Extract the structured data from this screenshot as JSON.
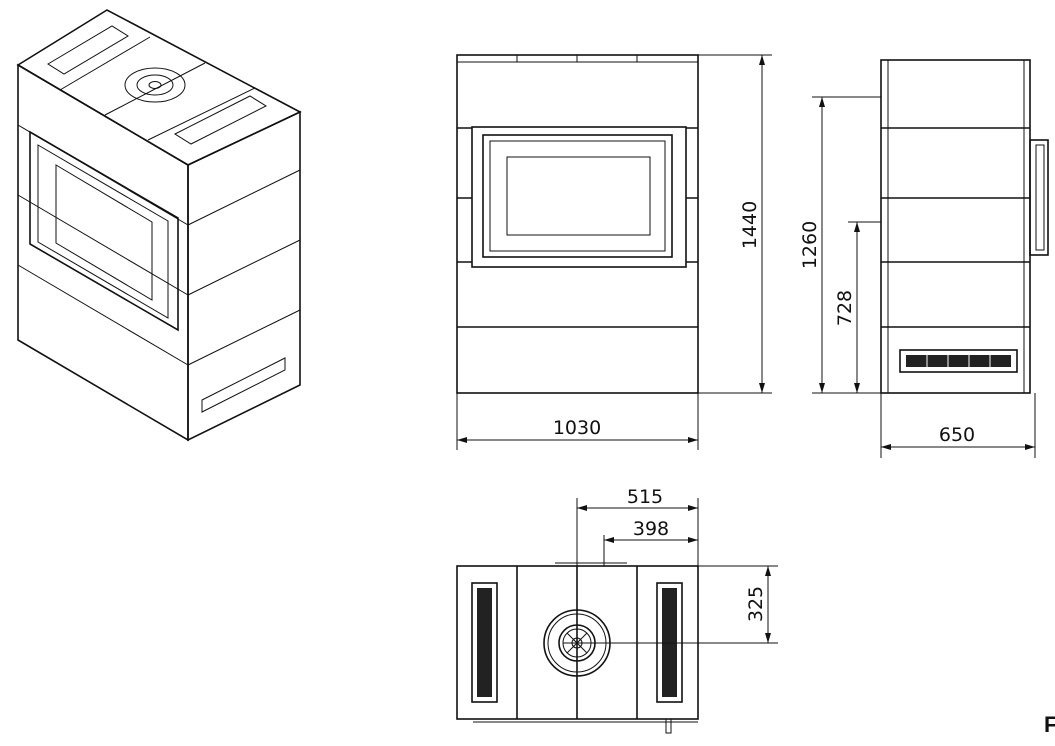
{
  "dimensions": {
    "front_width": "1030",
    "front_height": "1440",
    "side_depth": "650",
    "side_height_upper": "1260",
    "side_height_lower": "728",
    "top_half_width": "515",
    "top_flue_offset": "398",
    "top_flue_depth": "325"
  },
  "figure_label": "F"
}
